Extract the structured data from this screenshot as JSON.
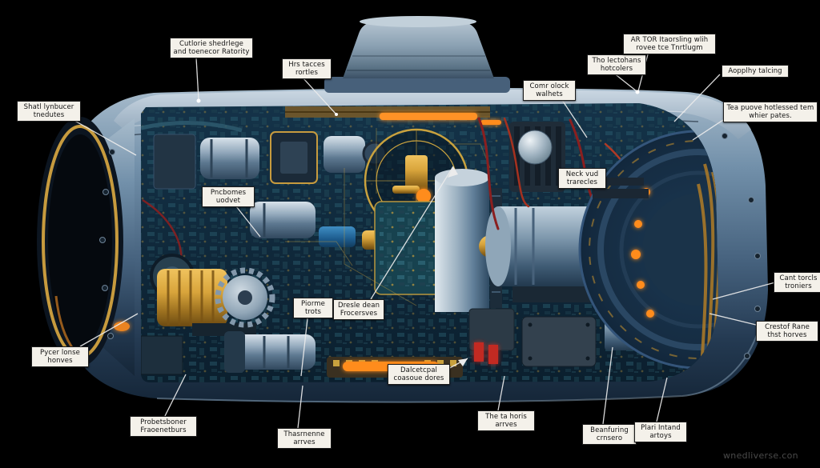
{
  "scene": {
    "watermark": "wnedliverse.con",
    "colors": {
      "background": "#000000",
      "hull_blue": "#5d7b96",
      "interior_teal": "#123042",
      "accent_gold": "#c9a23e",
      "glow_orange": "#ff8c1e",
      "wire_red": "#8a1f1f",
      "label_bg": "#f4f1ea"
    },
    "parts": [
      "outer-hull",
      "sensor-dome",
      "lens-assembly",
      "interior-machinery",
      "gauge-dial",
      "circuit-board",
      "main-cylinder",
      "gold-coil-motor",
      "right-disc",
      "cable-bundle"
    ]
  },
  "labels": [
    {
      "id": "shell-transducer",
      "text": "Shatl lynbucer tnedutes"
    },
    {
      "id": "cutaway-shielding",
      "text": "Cutlorie shedrlege and toenecor Ratority"
    },
    {
      "id": "hrs-tacces",
      "text": "Hrs tacces rortles"
    },
    {
      "id": "comp-block",
      "text": "Comr olock walhets"
    },
    {
      "id": "tho-lectohans",
      "text": "Tho lectohans hotcolers"
    },
    {
      "id": "ar-tor",
      "text": "AR TOR Itaorsling wlih rovee tce Tnrtlugm"
    },
    {
      "id": "apply-talcing",
      "text": "Aopplhy talcing"
    },
    {
      "id": "tea-puove",
      "text": "Tea puove hotlessed tem whier pates."
    },
    {
      "id": "neck-vud",
      "text": "Neck vud trarecles"
    },
    {
      "id": "pncbomes",
      "text": "Pncbomes uodvet"
    },
    {
      "id": "cant-torcls",
      "text": "Cant torcls troniers"
    },
    {
      "id": "crestof-rane",
      "text": "Crestof Rane thst horves"
    },
    {
      "id": "pycer-lonse",
      "text": "Pycer lonse honves"
    },
    {
      "id": "piorme-trots",
      "text": "Piorme trots"
    },
    {
      "id": "dresle-dean",
      "text": "Dresle dean Frocersves"
    },
    {
      "id": "dalcetcpal",
      "text": "Dalcetcpal coasoue dores"
    },
    {
      "id": "probetsboner",
      "text": "Probetsboner Fraoenetburs"
    },
    {
      "id": "thasrnenne",
      "text": "Thasrnenne arrves"
    },
    {
      "id": "the-ra-horis",
      "text": "The ta horis arrves"
    },
    {
      "id": "beanfuring",
      "text": "Beanfuring crnsero"
    },
    {
      "id": "plari-intand",
      "text": "Plari Intand artoys"
    }
  ]
}
